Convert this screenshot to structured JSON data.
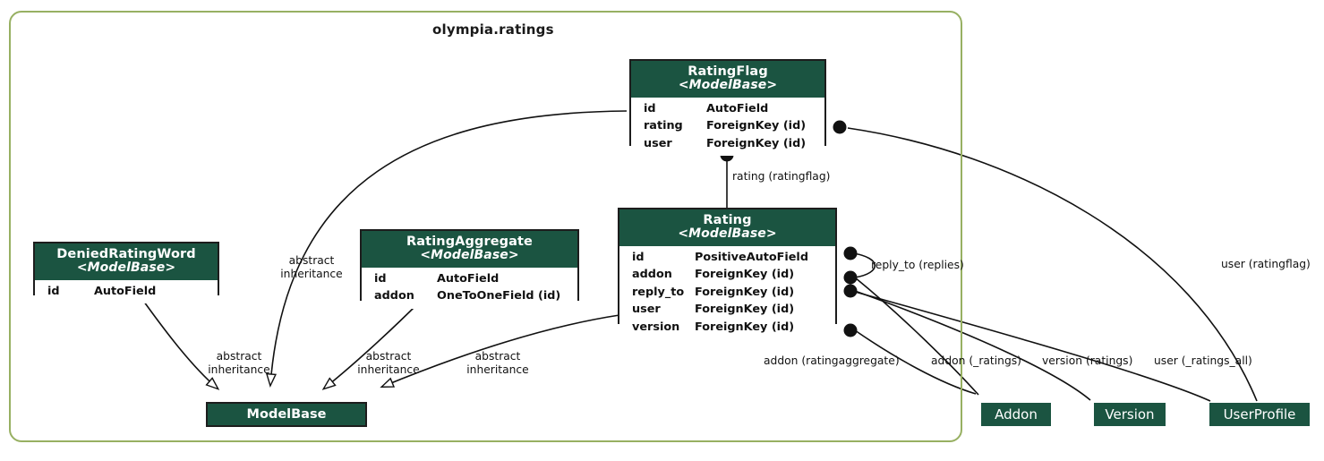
{
  "package": {
    "title": "olympia.ratings",
    "border_color": "#97b062"
  },
  "theme": {
    "header_bg": "#1b5441",
    "header_text": "#ffffff",
    "card_border": "#1d1d1d",
    "card_bg": "#ffffff",
    "line_color": "#111111"
  },
  "entities": [
    {
      "id": "ratingflag",
      "name": "RatingFlag",
      "stereotype": "<ModelBase>",
      "fields": [
        {
          "name": "id",
          "type": "AutoField"
        },
        {
          "name": "rating",
          "type": "ForeignKey (id)"
        },
        {
          "name": "user",
          "type": "ForeignKey (id)"
        }
      ]
    },
    {
      "id": "rating",
      "name": "Rating",
      "stereotype": "<ModelBase>",
      "fields": [
        {
          "name": "id",
          "type": "PositiveAutoField"
        },
        {
          "name": "addon",
          "type": "ForeignKey (id)"
        },
        {
          "name": "reply_to",
          "type": "ForeignKey (id)"
        },
        {
          "name": "user",
          "type": "ForeignKey (id)"
        },
        {
          "name": "version",
          "type": "ForeignKey (id)"
        }
      ]
    },
    {
      "id": "ratingaggregate",
      "name": "RatingAggregate",
      "stereotype": "<ModelBase>",
      "fields": [
        {
          "name": "id",
          "type": "AutoField"
        },
        {
          "name": "addon",
          "type": "OneToOneField (id)"
        }
      ]
    },
    {
      "id": "deniedratingword",
      "name": "DeniedRatingWord",
      "stereotype": "<ModelBase>",
      "fields": [
        {
          "name": "id",
          "type": "AutoField"
        }
      ]
    }
  ],
  "base_entity": {
    "id": "modelbase",
    "name": "ModelBase"
  },
  "external_entities": [
    {
      "id": "addon",
      "name": "Addon"
    },
    {
      "id": "version",
      "name": "Version"
    },
    {
      "id": "userprofile",
      "name": "UserProfile"
    }
  ],
  "relations": [
    {
      "id": "rel-rating-ratingflag",
      "label": "rating (ratingflag)"
    },
    {
      "id": "rel-reply-to",
      "label": "reply_to (replies)"
    },
    {
      "id": "rel-user-ratingflag",
      "label": "user (ratingflag)"
    },
    {
      "id": "rel-addon-ratingaggregate",
      "label": "addon (ratingaggregate)"
    },
    {
      "id": "rel-addon-ratings",
      "label": "addon (_ratings)"
    },
    {
      "id": "rel-version-ratings",
      "label": "version (ratings)"
    },
    {
      "id": "rel-user-ratings-all",
      "label": "user (_ratings_all)"
    }
  ],
  "inheritance": [
    {
      "id": "inh-deniedratingword",
      "label": "abstract\ninheritance"
    },
    {
      "id": "inh-ratingflag",
      "label": "abstract\ninheritance"
    },
    {
      "id": "inh-ratingaggregate",
      "label": "abstract\ninheritance"
    },
    {
      "id": "inh-rating",
      "label": "abstract\ninheritance"
    }
  ]
}
